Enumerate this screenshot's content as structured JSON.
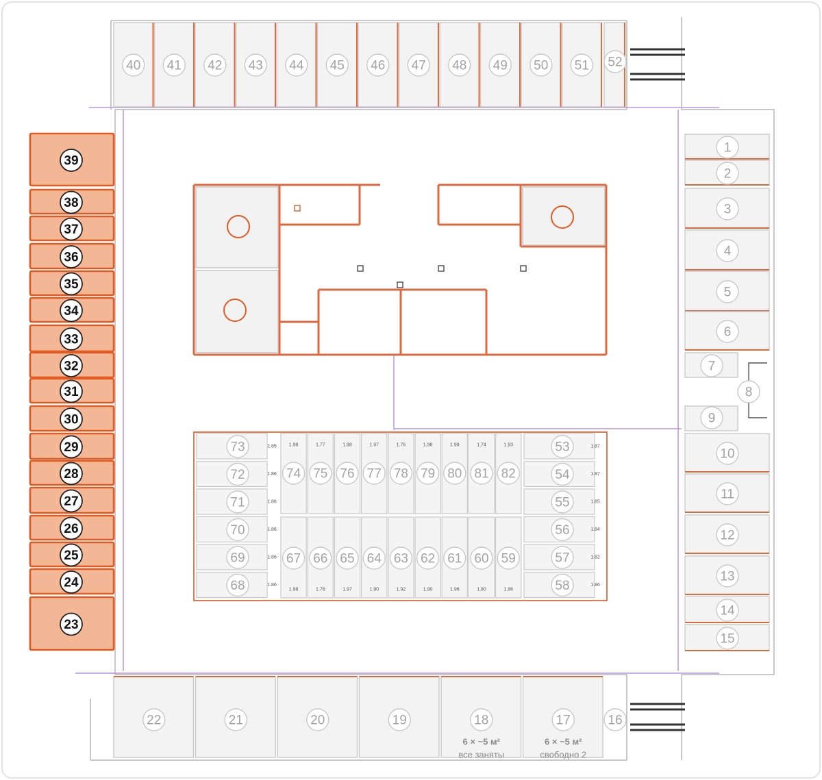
{
  "top_row": [
    "40",
    "41",
    "42",
    "43",
    "44",
    "45",
    "46",
    "47",
    "48",
    "49",
    "50",
    "51"
  ],
  "top_corner": "52",
  "right_column": [
    "1",
    "2",
    "3",
    "4",
    "5",
    "6"
  ],
  "right_small": [
    "7",
    "8",
    "9"
  ],
  "right_column_lower": [
    "10",
    "11",
    "12",
    "13",
    "14",
    "15"
  ],
  "bottom_corner": "16",
  "bottom_row": [
    {
      "num": "22",
      "size": "",
      "status": ""
    },
    {
      "num": "21",
      "size": "",
      "status": ""
    },
    {
      "num": "20",
      "size": "",
      "status": ""
    },
    {
      "num": "19",
      "size": "",
      "status": ""
    },
    {
      "num": "18",
      "size": "6 × ~5 м²",
      "status": "все заняты"
    },
    {
      "num": "17",
      "size": "6 × ~5 м²",
      "status": "свободно 2"
    }
  ],
  "left_column": [
    "39",
    "38",
    "37",
    "36",
    "35",
    "34",
    "33",
    "32",
    "31",
    "30",
    "29",
    "28",
    "27",
    "26",
    "25",
    "24",
    "23"
  ],
  "inner_left": [
    "73",
    "72",
    "71",
    "70",
    "69",
    "68"
  ],
  "inner_right": [
    "53",
    "54",
    "55",
    "56",
    "57",
    "58"
  ],
  "inner_upper": [
    "74",
    "75",
    "76",
    "77",
    "78",
    "79",
    "80",
    "81",
    "82"
  ],
  "inner_lower": [
    "67",
    "66",
    "65",
    "64",
    "63",
    "62",
    "61",
    "60",
    "59"
  ],
  "dims_upper": [
    "1.98",
    "1.77",
    "1.98",
    "1.97",
    "1.76",
    "1.98",
    "1.99",
    "1.74",
    "1.93"
  ],
  "dims_lower": [
    "1.98",
    "1.76",
    "1.97",
    "1.90",
    "1.92",
    "1.90",
    "1.96",
    "1.80",
    "1.96"
  ],
  "dims_left": [
    "1.85",
    "1.86",
    "1.86",
    "1.86",
    "1.86",
    "1.86"
  ],
  "dims_right": [
    "1.87",
    "1.87",
    "1.85",
    "1.84",
    "1.82",
    "1.86"
  ],
  "colors": {
    "accent": "#e25a22",
    "fill": "#f3b795",
    "wall": "#dd6a3e",
    "line": "#9a9a9a",
    "purple": "#8f5fd0"
  }
}
